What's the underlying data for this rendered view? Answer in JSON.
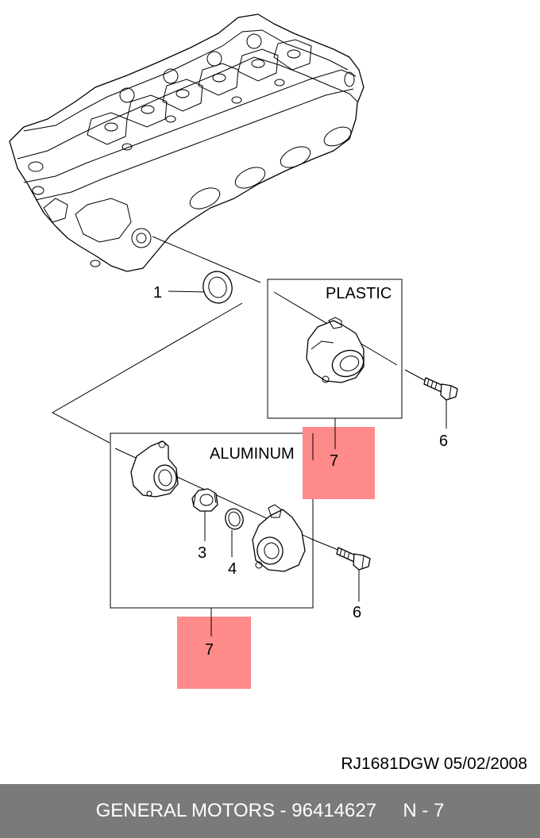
{
  "colors": {
    "highlight": "#ff8a8a",
    "footer_bg": "#7a7a7a",
    "line": "#000000"
  },
  "callouts": {
    "c1": "1",
    "c3": "3",
    "c4": "4",
    "c6_upper": "6",
    "c6_lower": "6",
    "c7_upper": "7",
    "c7_lower": "7"
  },
  "boxes": {
    "plastic_label": "PLASTIC",
    "aluminum_label": "ALUMINUM"
  },
  "doc_ref": "RJ1681DGW  05/02/2008",
  "footer": {
    "text": "GENERAL MOTORS - 96414627     N - 7"
  }
}
